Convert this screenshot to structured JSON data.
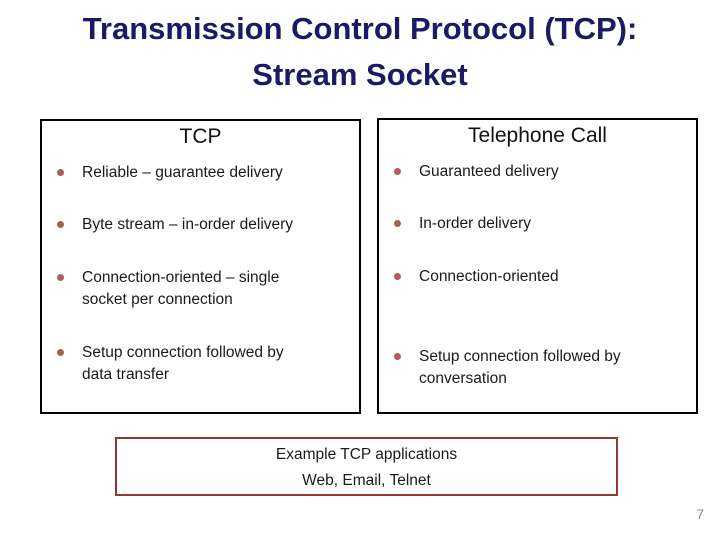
{
  "colors": {
    "title": "#1b1a66",
    "bullet": "#ad5d58",
    "box_border": "#000000",
    "example_border": "#943634",
    "page_number": "#8c8c8c"
  },
  "title": {
    "line1": "Transmission Control Protocol (TCP):",
    "line2": "Stream Socket"
  },
  "tcp_box": {
    "header": "TCP",
    "items": [
      "Reliable – guarantee delivery",
      "Byte stream – in-order delivery",
      "Connection-oriented – single\nsocket per connection",
      "Setup connection followed by\ndata transfer"
    ]
  },
  "telephone_box": {
    "header": "Telephone Call",
    "items": [
      "Guaranteed delivery",
      "In-order delivery",
      "Connection-oriented",
      "Setup connection followed by\nconversation"
    ]
  },
  "example_box": {
    "line1": "Example TCP applications",
    "line2": "Web, Email, Telnet"
  },
  "page_number": "7"
}
